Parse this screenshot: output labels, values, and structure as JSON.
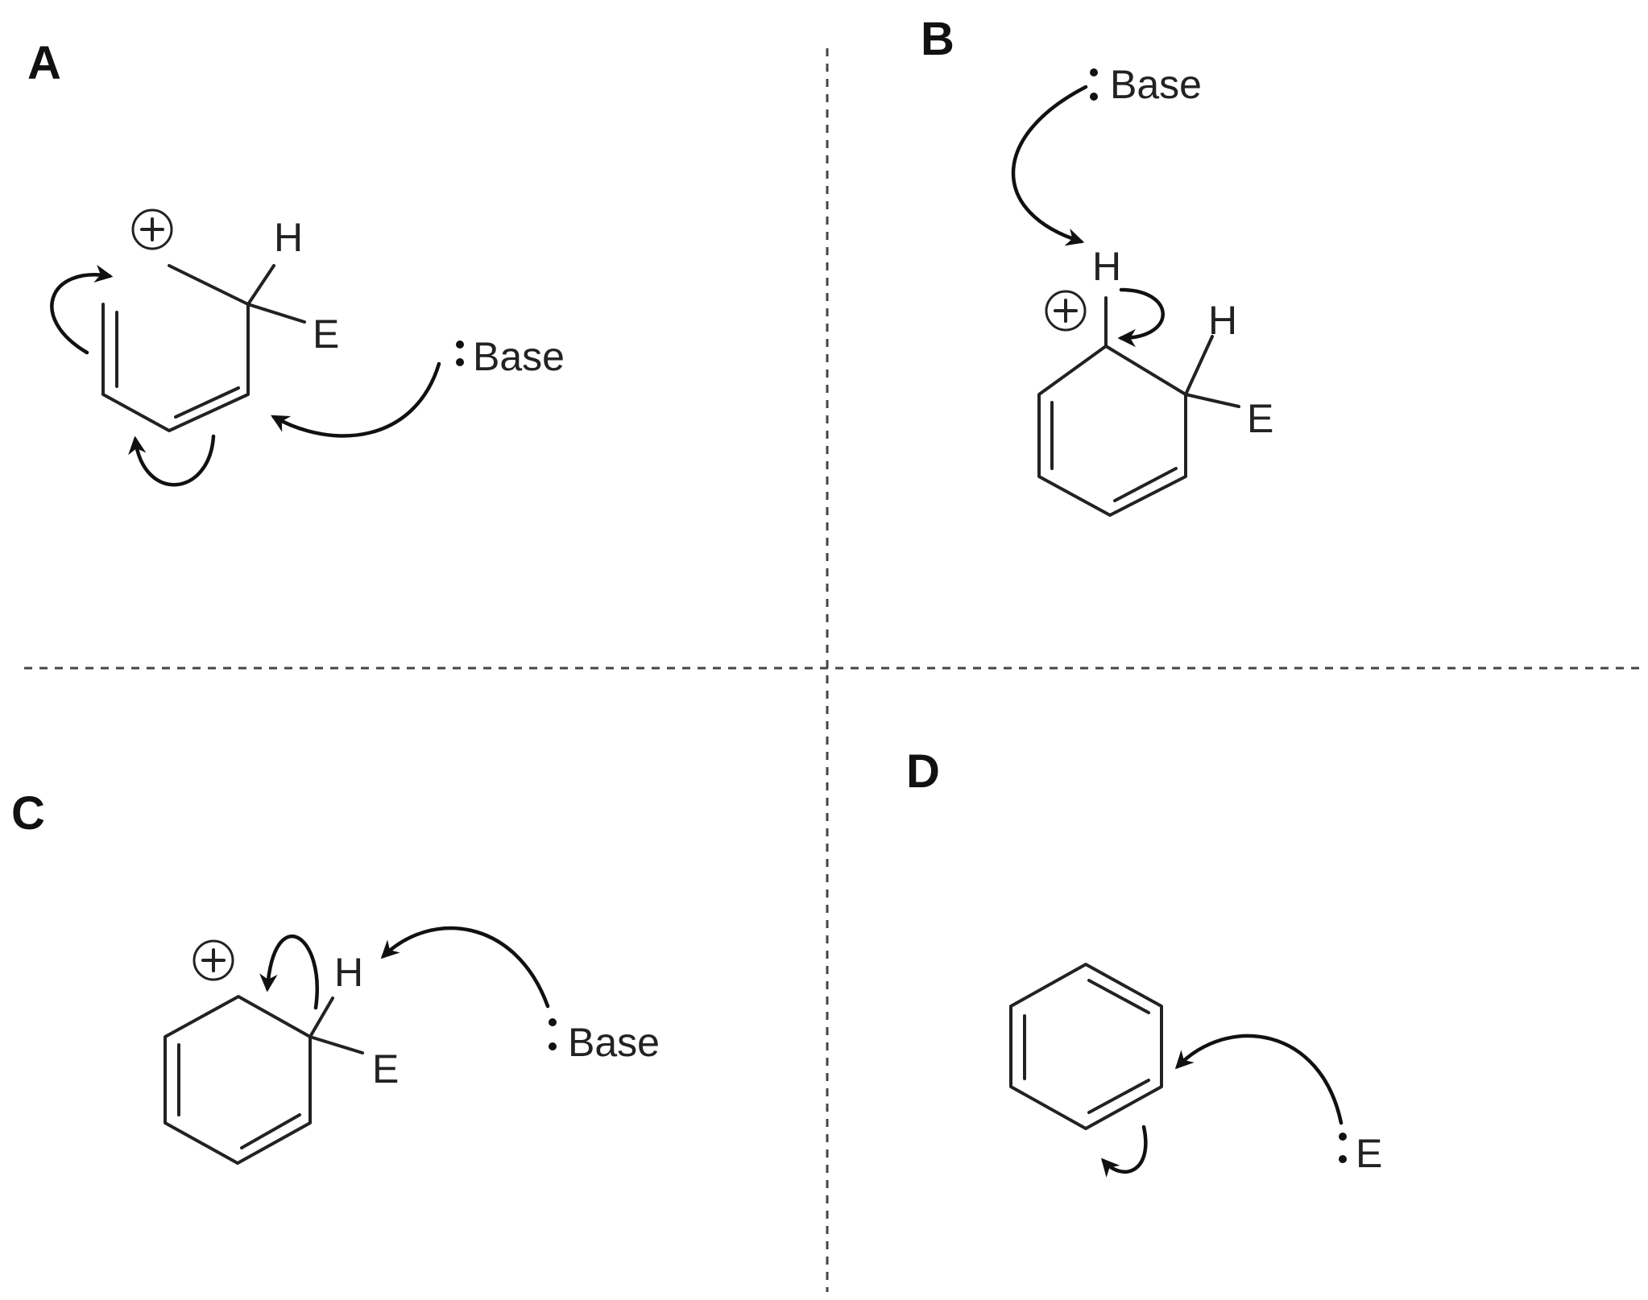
{
  "panels": [
    {
      "label": "A",
      "atoms": {
        "h": "H",
        "e": "E",
        "base": "Base"
      }
    },
    {
      "label": "B",
      "atoms": {
        "h1": "H",
        "h2": "H",
        "e": "E",
        "base": "Base"
      }
    },
    {
      "label": "C",
      "atoms": {
        "h": "H",
        "e": "E",
        "base": "Base"
      }
    },
    {
      "label": "D",
      "atoms": {
        "e": "E"
      }
    }
  ],
  "colors": {
    "ink": "#222222",
    "background": "#ffffff"
  }
}
